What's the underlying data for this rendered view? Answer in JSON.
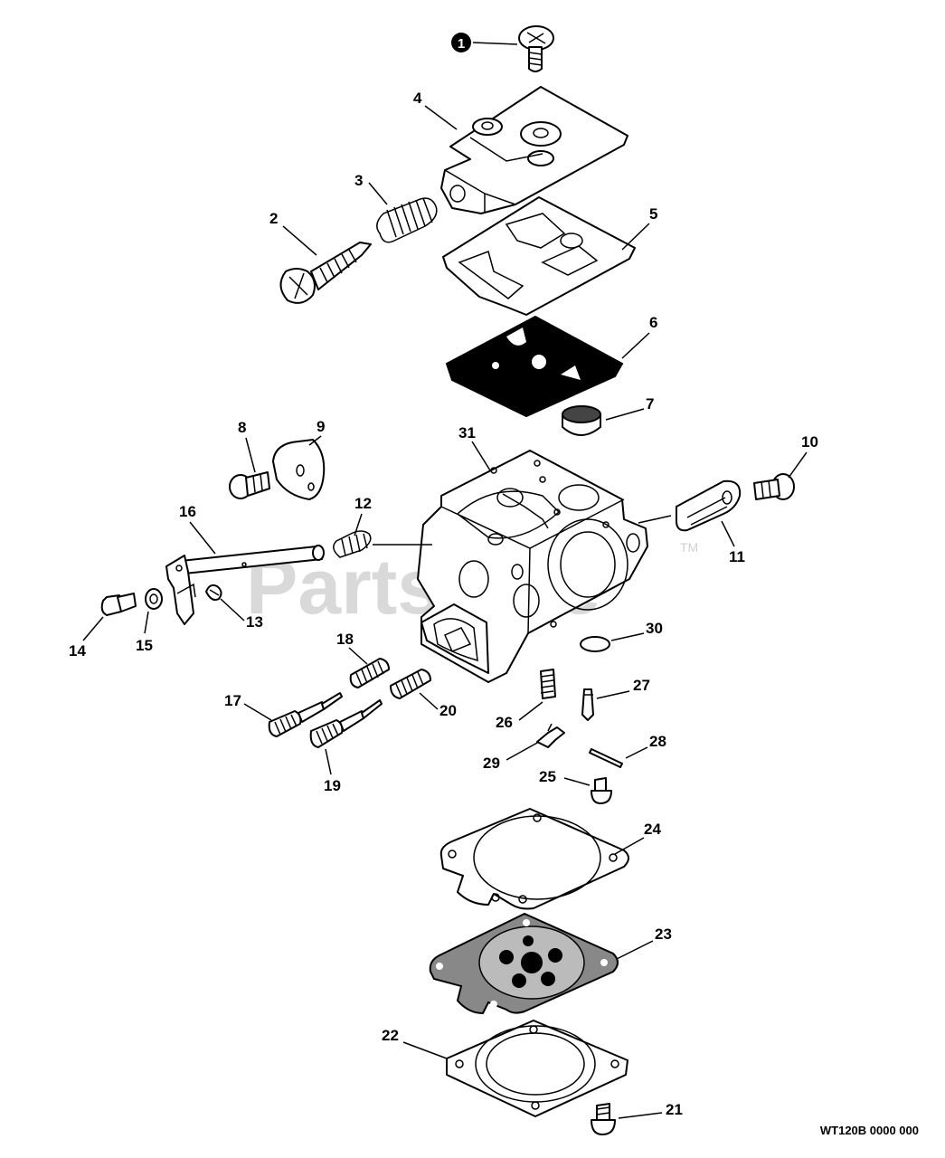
{
  "watermark": {
    "text": "PartsTree",
    "tm": "TM"
  },
  "diagram_code": "WT120B 0000 000",
  "callouts": {
    "c1": "1",
    "c2": "2",
    "c3": "3",
    "c4": "4",
    "c5": "5",
    "c6": "6",
    "c7": "7",
    "c8": "8",
    "c9": "9",
    "c10": "10",
    "c11": "11",
    "c12": "12",
    "c13": "13",
    "c14": "14",
    "c15": "15",
    "c16": "16",
    "c17": "17",
    "c18": "18",
    "c19": "19",
    "c20": "20",
    "c21": "21",
    "c22": "22",
    "c23": "23",
    "c24": "24",
    "c25": "25",
    "c26": "26",
    "c27": "27",
    "c28": "28",
    "c29": "29",
    "c30": "30",
    "c31": "31"
  }
}
